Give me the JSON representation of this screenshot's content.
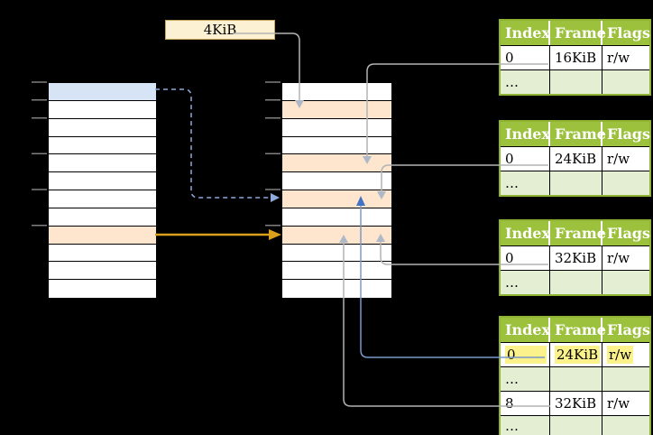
{
  "frame_size_label": {
    "text": "4KiB"
  },
  "virtual_memory": {
    "row_count": 12,
    "highlighted_rows": [
      {
        "row": 0,
        "color": "page_blue"
      },
      {
        "row": 8,
        "color": "frame_orange"
      }
    ],
    "tick_rows": [
      0,
      1,
      2,
      4,
      6,
      8
    ]
  },
  "physical_memory": {
    "row_count": 12,
    "highlighted_rows": [
      {
        "row": 1,
        "color": "frame_orange"
      },
      {
        "row": 4,
        "color": "frame_orange"
      },
      {
        "row": 6,
        "color": "frame_orange"
      },
      {
        "row": 8,
        "color": "frame_orange"
      }
    ],
    "tick_rows": [
      0,
      1,
      2,
      4,
      6,
      8
    ]
  },
  "page_tables": [
    {
      "name": "page-table-1",
      "headers": [
        "Index",
        "Frame",
        "Flags"
      ],
      "rows": [
        {
          "cells": [
            "0",
            "16KiB",
            "r/w"
          ],
          "shaded": false,
          "highlight": false
        },
        {
          "cells": [
            "…",
            "",
            ""
          ],
          "shaded": true,
          "highlight": false
        }
      ]
    },
    {
      "name": "page-table-2",
      "headers": [
        "Index",
        "Frame",
        "Flags"
      ],
      "rows": [
        {
          "cells": [
            "0",
            "24KiB",
            "r/w"
          ],
          "shaded": false,
          "highlight": false
        },
        {
          "cells": [
            "…",
            "",
            ""
          ],
          "shaded": true,
          "highlight": false
        }
      ]
    },
    {
      "name": "page-table-3",
      "headers": [
        "Index",
        "Frame",
        "Flags"
      ],
      "rows": [
        {
          "cells": [
            "0",
            "32KiB",
            "r/w"
          ],
          "shaded": false,
          "highlight": false
        },
        {
          "cells": [
            "…",
            "",
            ""
          ],
          "shaded": true,
          "highlight": false
        }
      ]
    },
    {
      "name": "page-table-4",
      "headers": [
        "Index",
        "Frame",
        "Flags"
      ],
      "rows": [
        {
          "cells": [
            "0",
            "24KiB",
            "r/w"
          ],
          "shaded": false,
          "highlight": true
        },
        {
          "cells": [
            "…",
            "",
            ""
          ],
          "shaded": true,
          "highlight": false
        },
        {
          "cells": [
            "8",
            "32KiB",
            "r/w"
          ],
          "shaded": false,
          "highlight": false
        },
        {
          "cells": [
            "…",
            "",
            ""
          ],
          "shaded": true,
          "highlight": false
        }
      ]
    }
  ],
  "colors": {
    "background": "#000000",
    "page_blue": "#D7E4F5",
    "frame_orange": "#FDE5CE",
    "label_box_fill": "#FCF2D3",
    "label_box_border": "#C9A85C",
    "table_header_green": "#9CC13C",
    "table_border_green": "#8FB434",
    "table_row_light_green": "#E4EED2",
    "highlight_yellow": "#FBF28B",
    "connector_gray": "#B3B3B3",
    "arrowhead_gray": "#AFB8C6",
    "dashed_blue": "#8FAADC",
    "solid_blue": "#7B98C8",
    "arrowhead_blue": "#4472C4",
    "arrow_orange": "#DAA01C",
    "tick_gray": "#7F7F7F"
  }
}
